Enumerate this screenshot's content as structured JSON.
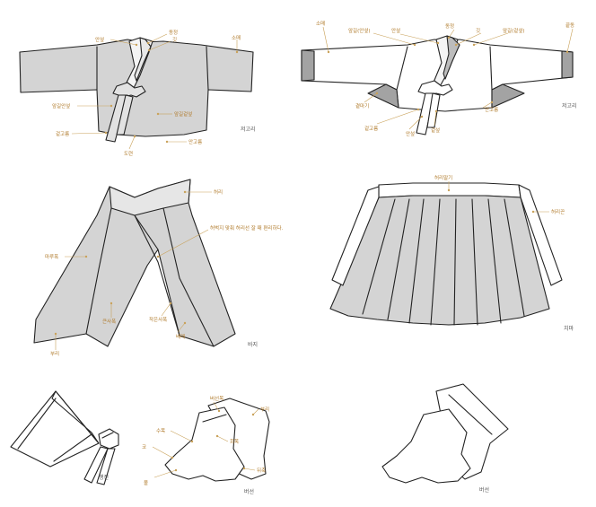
{
  "colors": {
    "fill_gray": "#d4d4d4",
    "fill_dark": "#9a9a9a",
    "outline": "#222222",
    "label": "#b07a2a",
    "leader": "#c9a25a",
    "caption": "#555555"
  },
  "jeogori1": {
    "caption": "저고리",
    "labels": {
      "sleeve": "소매",
      "ansip": "안섶",
      "dongjeong": "동정",
      "git": "깃",
      "otgorum_left": "앞길안섶",
      "otgorum_right": "앞길겉섶",
      "goreum": "겉고름",
      "an_goreum": "안고름",
      "doreon": "도련"
    }
  },
  "jeogori2": {
    "caption": "저고리",
    "labels": {
      "sleeve_left": "소매",
      "ap_left": "앞길(안섶)",
      "ansip": "안섶",
      "dongjeong": "동정",
      "git": "깃",
      "ap_right": "앞길(겉섶)",
      "kkeutdong": "끝동",
      "gyeotmagi": "곁마기",
      "goreum": "겉고름",
      "ansup": "안섶",
      "geotseop": "겉섶",
      "an_goreum": "안고름"
    }
  },
  "baji": {
    "caption": "바지",
    "labels": {
      "heori": "허리",
      "note": "허벅지 맞춰 허리선 잘 때 편리하다.",
      "baji_pok": "마루폭",
      "keun_sapok": "큰사폭",
      "jageun_sapok": "작은사폭",
      "buri": "부리",
      "dae": "배래"
    }
  },
  "chima": {
    "caption": "치마",
    "labels": {
      "heoritdi": "허리말기",
      "heorikkeun": "허리끈"
    }
  },
  "haengjeon": {
    "caption": "행전"
  },
  "beoseon1": {
    "caption": "버선",
    "labels": {
      "beoseonmok": "버선목",
      "buri": "부리",
      "sumok": "수목",
      "hoemok": "회목",
      "ko": "코",
      "dwichuk": "뒤축",
      "bol": "볼"
    }
  },
  "beoseon2": {
    "caption": "버선"
  }
}
